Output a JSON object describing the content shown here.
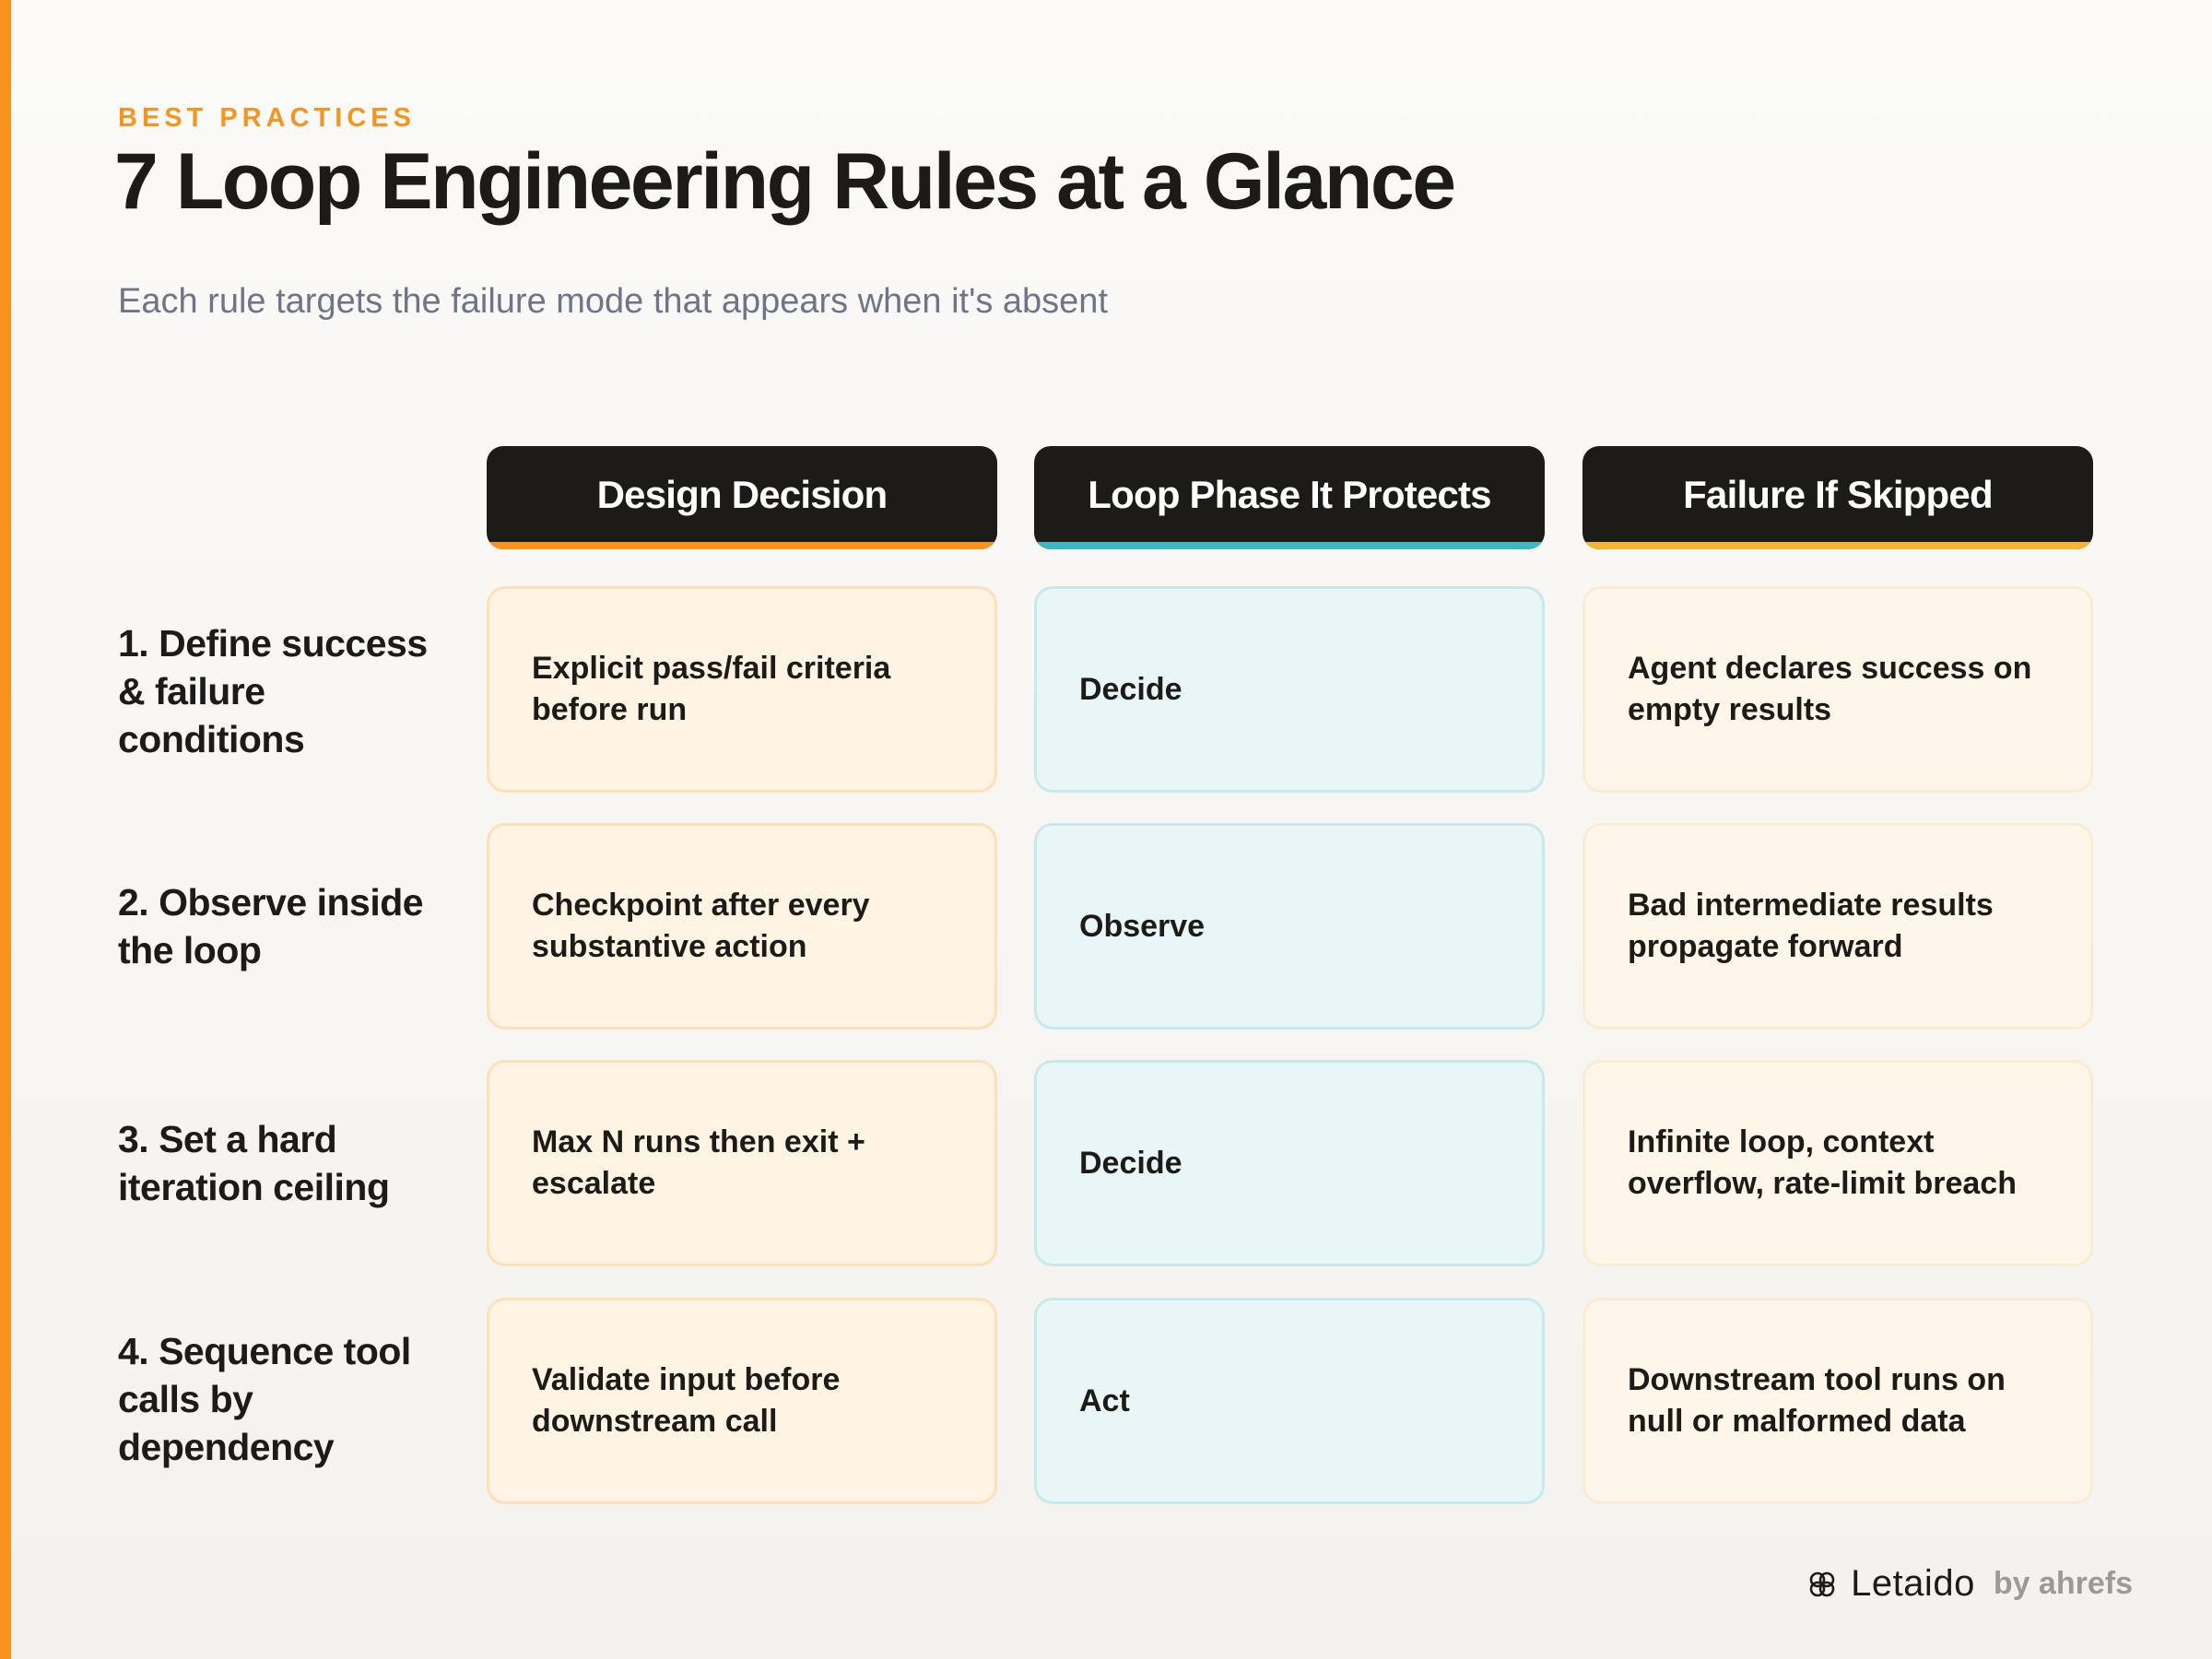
{
  "header": {
    "eyebrow": "BEST PRACTICES",
    "title": "7 Loop Engineering Rules at a Glance",
    "subtitle": "Each rule targets the failure mode that appears when it's absent"
  },
  "columns": [
    {
      "label": "Design Decision",
      "accent": "#f7941d"
    },
    {
      "label": "Loop Phase It Protects",
      "accent": "#3fb8c2"
    },
    {
      "label": "Failure If Skipped",
      "accent": "#f6b534"
    }
  ],
  "rows": [
    {
      "rule": "1. Define success & failure conditions",
      "design": "Explicit pass/fail criteria before run",
      "phase": "Decide",
      "failure": "Agent declares success on empty results"
    },
    {
      "rule": "2. Observe inside the loop",
      "design": "Checkpoint after every substantive action",
      "phase": "Observe",
      "failure": "Bad intermediate results propagate forward"
    },
    {
      "rule": "3. Set a hard iteration ceiling",
      "design": "Max N runs then exit + escalate",
      "phase": "Decide",
      "failure": "Infinite loop, context overflow, rate-limit breach"
    },
    {
      "rule": "4. Sequence tool calls by dependency",
      "design": "Validate input before downstream call",
      "phase": "Act",
      "failure": "Downstream tool runs on null or malformed data"
    }
  ],
  "footer": {
    "brand_name": "Letaido",
    "brand_by": "by ahrefs",
    "brand_icon": "letaido-logo-icon"
  },
  "colors": {
    "accent_orange": "#f7941d",
    "accent_teal": "#3fb8c2",
    "accent_yellow": "#f6b534",
    "header_dark": "#1d1b18"
  }
}
